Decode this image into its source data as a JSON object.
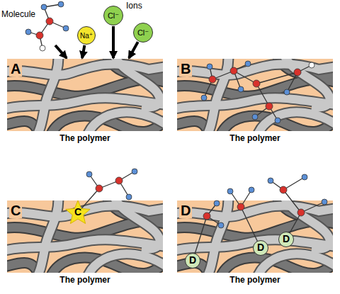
{
  "diagram": {
    "nodes": [
      {
        "text": [
          "Na⁺"
        ]
      },
      {
        "text": [
          "Cl⁻"
        ]
      },
      {
        "text": [
          "Cl⁻"
        ]
      },
      {
        "text": [
          "The polymer"
        ]
      },
      {
        "text": [
          "The polymer"
        ]
      },
      {
        "text": [
          "The polymer"
        ]
      },
      {
        "text": [
          "C"
        ],
        "in": 5
      },
      {
        "text": [
          "The polymer"
        ]
      },
      {
        "text": [
          "D"
        ],
        "in": 7
      },
      {
        "text": [
          "D"
        ],
        "in": 7
      },
      {
        "text": [
          "D"
        ],
        "in": 7
      }
    ],
    "edges": [
      {
        "from": 0,
        "to": 3,
        "arrow": "to"
      },
      {
        "from": 1,
        "to": 3,
        "arrow": "to"
      },
      {
        "from": 2,
        "to": 3,
        "arrow": "to"
      }
    ],
    "labels": [
      "Molecule",
      "Ions",
      "A",
      "B",
      "C",
      "D"
    ]
  }
}
